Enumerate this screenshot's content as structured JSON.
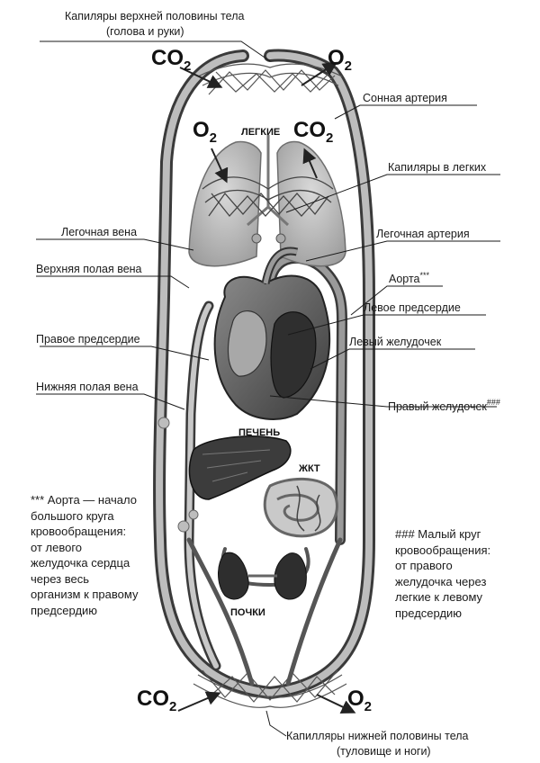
{
  "labels": {
    "upper_capillaries_1": "Капиляры верхней половины тела",
    "upper_capillaries_2": "(голова и руки)",
    "carotid": "Сонная артерия",
    "lung_capillaries": "Капиляры в легких",
    "pulmonary_vein": "Легочная вена",
    "pulmonary_artery": "Легочная артерия",
    "superior_vena_cava": "Верхняя полая вена",
    "aorta": "Аорта",
    "aorta_mark": "***",
    "left_atrium": "Левое предсердие",
    "right_atrium": "Правое предсердие",
    "left_ventricle": "Левый желудочек",
    "inferior_vena_cava": "Нижняя полая вена",
    "right_ventricle": "Правый желудочек",
    "right_ventricle_mark": "###",
    "lower_capillaries_1": "Капилляры нижней половины тела",
    "lower_capillaries_2": "(туловище и ноги)"
  },
  "organs": {
    "lungs": "ЛЕГКИЕ",
    "liver": "ПЕЧЕНЬ",
    "gut": "ЖКТ",
    "kidneys": "ПОЧКИ"
  },
  "gases": {
    "top_left": "CO",
    "top_left_sub": "2",
    "top_right": "O",
    "top_right_sub": "2",
    "lung_left": "O",
    "lung_left_sub": "2",
    "lung_right": "CO",
    "lung_right_sub": "2",
    "bottom_left": "CO",
    "bottom_left_sub": "2",
    "bottom_right": "O",
    "bottom_right_sub": "2"
  },
  "notes": {
    "left": [
      "*** Аорта — начало",
      "большого круга",
      "кровообращения:",
      "от левого",
      "желудочка сердца",
      "через весь",
      "организм к правому",
      "предсердию"
    ],
    "right": [
      "### Малый круг",
      "кровообращения:",
      "от правого",
      "желудочка через",
      "легкие к левому",
      "предсердию"
    ]
  }
}
